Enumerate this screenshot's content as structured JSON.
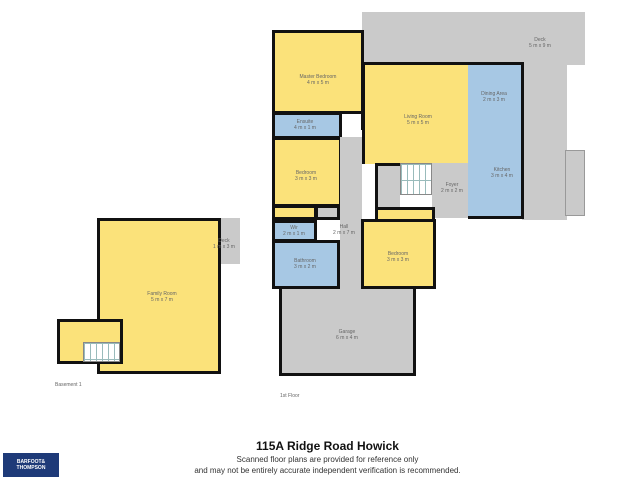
{
  "title": "115A Ridge Road Howick",
  "disclaimer": [
    "Scanned floor plans are provided for reference only",
    "and may not be entirely accurate independent verification is recommended."
  ],
  "logo": [
    "BARFOOT&",
    "THOMPSON"
  ],
  "colors": {
    "bedroom": "#fbe27a",
    "wet": "#a7c8e4",
    "outdoor": "#cacaca",
    "brand": "#1e3a78"
  },
  "floors": {
    "first": {
      "label": "1st Floor",
      "rooms": [
        {
          "name": "Deck",
          "size": "5 m x 9 m"
        },
        {
          "name": "Master Bedroom",
          "size": "4 m x 5 m"
        },
        {
          "name": "Ensuite",
          "size": "4 m x 1 m"
        },
        {
          "name": "Bedroom",
          "size": "3 m x 3 m"
        },
        {
          "name": "Living Room",
          "size": "5 m x 5 m"
        },
        {
          "name": "Dining Area",
          "size": "2 m x 3 m"
        },
        {
          "name": "Kitchen",
          "size": "3 m x 4 m"
        },
        {
          "name": "Foyer",
          "size": "2 m x 2 m"
        },
        {
          "name": "Wir",
          "size": "2 m x 1 m"
        },
        {
          "name": "Hall",
          "size": "2 m x 7 m"
        },
        {
          "name": "Bathroom",
          "size": "3 m x 2 m"
        },
        {
          "name": "Bedroom",
          "size": "3 m x 3 m"
        },
        {
          "name": "Garage",
          "size": "6 m x 4 m"
        }
      ]
    },
    "basement": {
      "label": "Basement 1",
      "rooms": [
        {
          "name": "Deck",
          "size": "1 m x 3 m"
        },
        {
          "name": "Family Room",
          "size": "5 m x 7 m"
        }
      ]
    }
  }
}
